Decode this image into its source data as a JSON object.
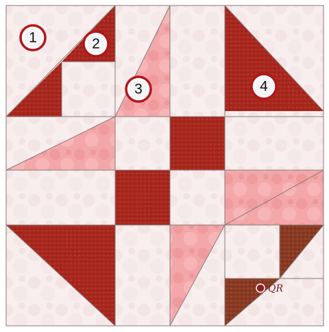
{
  "colors": {
    "background_light": "#f7eded",
    "pink_print": "#f0a0a2",
    "dark_red_print": "#a8261f",
    "seam": "#8a7a7a",
    "marker_ring": "#b3161a"
  },
  "markers": [
    {
      "label": "1"
    },
    {
      "label": "2"
    },
    {
      "label": "3"
    },
    {
      "label": "4"
    }
  ],
  "logo": {
    "text": "QR",
    "icon": "copyright-heart-icon"
  }
}
